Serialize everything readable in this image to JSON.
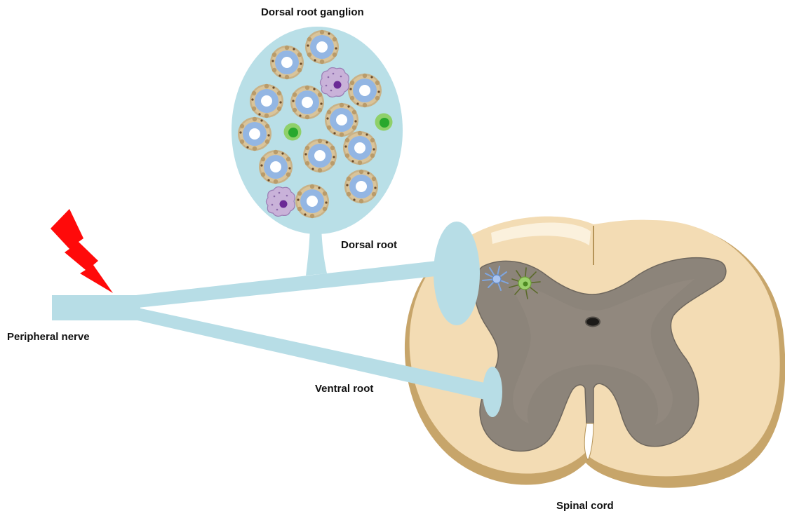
{
  "labels": {
    "dorsal_root_ganglion": "Dorsal root ganglion",
    "dorsal_root": "Dorsal root",
    "peripheral_nerve": "Peripheral nerve",
    "ventral_root": "Ventral root",
    "spinal_cord": "Spinal cord"
  },
  "colors": {
    "nerve": "#b7dde6",
    "ganglion_fill": "#b9dfe7",
    "neuron_body": "#93b6e3",
    "satellite_glia": "#c9b287",
    "macrophage": "#c9b2d9",
    "macrophage_nucleus": "#6b2a96",
    "lymphocyte": "#8fd06a",
    "lymphocyte_nucleus": "#28a82d",
    "injury_bolt": "#ff0a0a",
    "white_matter": "#f3dcb4",
    "white_matter_edge": "#c7a56a",
    "gray_matter": "#8c847a"
  },
  "icons": {
    "injury": "lightning-bolt-icon",
    "neuron": "neuron-cell-icon",
    "macrophage": "macrophage-cell-icon",
    "lymphocyte": "lymphocyte-cell-icon",
    "microglia": "microglia-icon",
    "astrocyte": "astrocyte-icon"
  }
}
